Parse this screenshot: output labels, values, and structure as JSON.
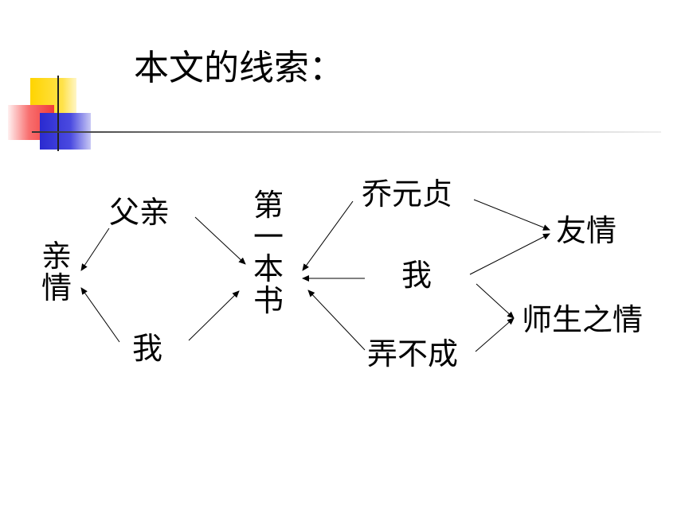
{
  "title": "本文的线索：",
  "colors": {
    "yellow": "#ffd400",
    "red": "#f03a3a",
    "blue": "#2a2ad0",
    "rule": "#9a9a9a"
  },
  "nodes": {
    "qinqing": "亲情",
    "fuqin": "父亲",
    "wo_left": "我",
    "diyibenshu": "第一本书",
    "qiaoyuanzhen": "乔元贞",
    "wo_mid": "我",
    "nongbucheng": "弄不成",
    "youqing": "友情",
    "shishengzhiqing": "师生之情"
  }
}
